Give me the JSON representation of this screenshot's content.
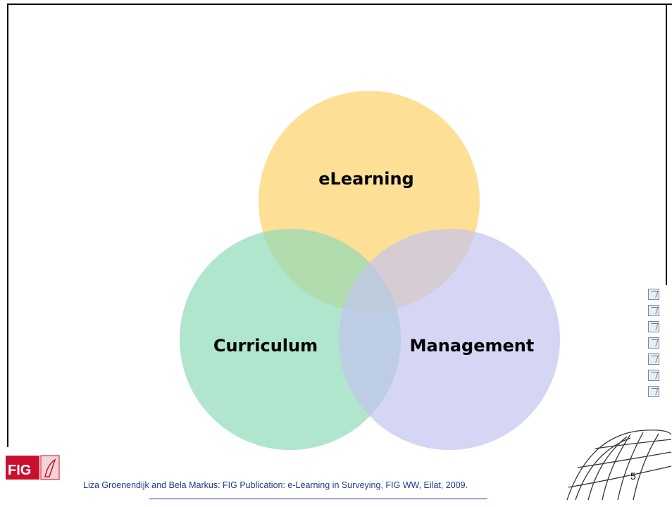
{
  "diagram": {
    "circles": [
      {
        "label": "eLearning",
        "color": "#FDD87A"
      },
      {
        "label": "Curriculum",
        "color": "#8FDAB9"
      },
      {
        "label": "Management",
        "color": "#C3C3F0"
      }
    ]
  },
  "footer": {
    "logo_text": "FIG",
    "citation": "Liza Groenendijk and Bela Markus: FIG Publication: e-Learning in Surveying, FIG WW, Eilat, 2009.",
    "page_number": "5"
  }
}
